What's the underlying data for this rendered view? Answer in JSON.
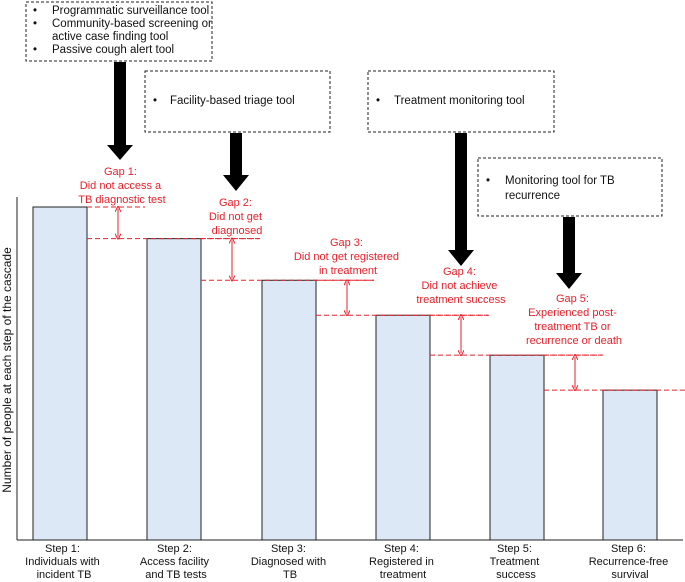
{
  "y_axis_label": "Number of people at each step of the cascade",
  "tool_boxes": [
    {
      "items": [
        "Programmatic surveillance tool",
        "Community-based screening or",
        "active case finding tool",
        "Passive cough alert tool"
      ],
      "bulleted": [
        true,
        true,
        false,
        true
      ]
    },
    {
      "items": [
        "Facility-based triage tool"
      ],
      "bulleted": [
        true
      ]
    },
    {
      "items": [
        "Treatment monitoring tool"
      ],
      "bulleted": [
        true
      ]
    },
    {
      "items": [
        "Monitoring tool for TB",
        "recurrence"
      ],
      "bulleted": [
        true,
        false
      ]
    }
  ],
  "steps": [
    {
      "lines": [
        "Step 1:",
        "Individuals with",
        "incident TB"
      ]
    },
    {
      "lines": [
        "Step 2:",
        "Access facility",
        "and TB tests"
      ]
    },
    {
      "lines": [
        "Step 3:",
        "Diagnosed with",
        "TB"
      ]
    },
    {
      "lines": [
        "Step 4:",
        "Registered in",
        "treatment"
      ]
    },
    {
      "lines": [
        "Step 5:",
        "Treatment",
        "success"
      ]
    },
    {
      "lines": [
        "Step 6:",
        "Recurrence-free",
        "survival"
      ]
    }
  ],
  "gaps": [
    {
      "lines": [
        "Gap 1:",
        "Did not access a",
        "TB diagnostic test"
      ]
    },
    {
      "lines": [
        "Gap 2:",
        "Did not get",
        "diagnosed"
      ]
    },
    {
      "lines": [
        "Gap 3:",
        "Did not get registered",
        "in treatment"
      ]
    },
    {
      "lines": [
        "Gap 4:",
        "Did not achieve",
        "treatment success"
      ]
    },
    {
      "lines": [
        "Gap 5:",
        "Experienced post-",
        "treatment TB or",
        "recurrence or death"
      ]
    }
  ],
  "bar_levels": [
    1.0,
    0.905,
    0.78,
    0.675,
    0.555,
    0.45
  ],
  "colors": {
    "bar_fill": "#dce8f5",
    "bar_stroke": "#222222",
    "gap": "#e8202a",
    "arrow": "#000000"
  }
}
